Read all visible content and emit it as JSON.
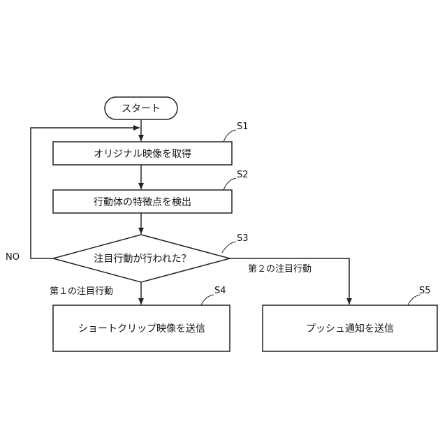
{
  "flowchart": {
    "start": "スタート",
    "s1": {
      "step": "S1",
      "label": "オリジナル映像を取得"
    },
    "s2": {
      "step": "S2",
      "label": "行動体の特徴点を検出"
    },
    "s3": {
      "step": "S3",
      "label": "注目行動が行われた？"
    },
    "s4": {
      "step": "S4",
      "label": "ショートクリップ映像を送信"
    },
    "s5": {
      "step": "S5",
      "label": "プッシュ通知を送信"
    },
    "branch_no": "NO",
    "branch_first": "第１の注目行動",
    "branch_second": "第２の注目行動"
  },
  "colors": {
    "stroke": "#222222",
    "text": "#111111",
    "background": "#ffffff"
  }
}
